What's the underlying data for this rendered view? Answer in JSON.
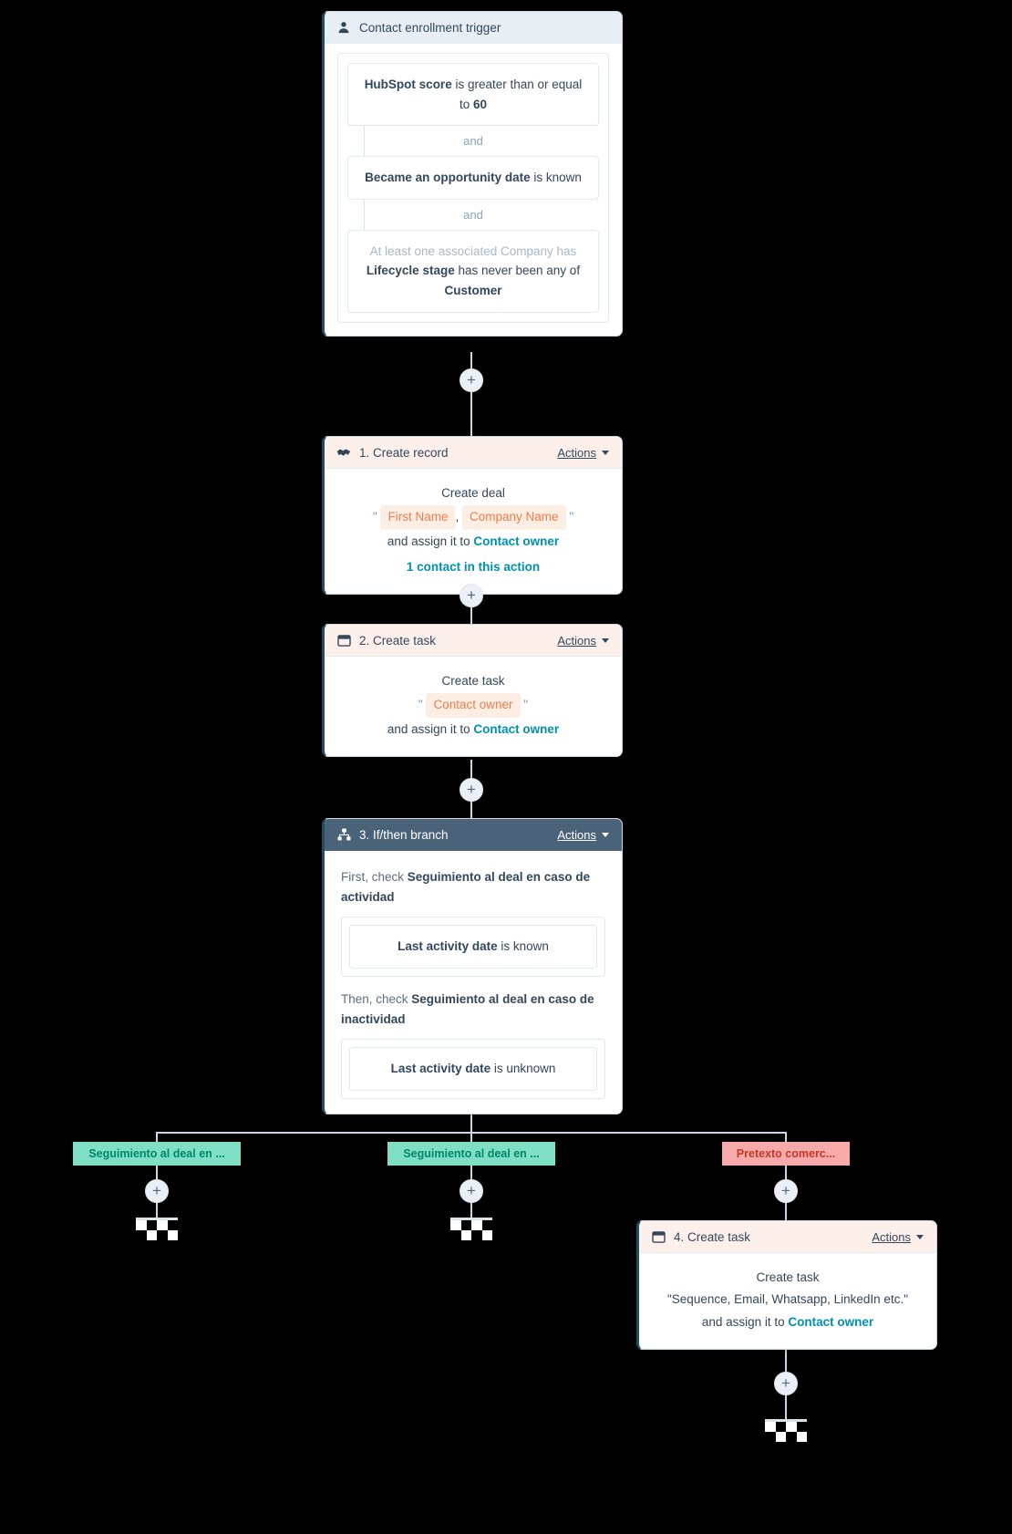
{
  "trigger": {
    "title": "Contact enrollment trigger",
    "icon": "contact-person-icon",
    "filters": [
      {
        "prefix": "",
        "bold1": "HubSpot score",
        "mid": " is greater than or equal to ",
        "bold2": "60"
      },
      {
        "prefix": "",
        "bold1": "Became an opportunity date",
        "mid": " is known",
        "bold2": ""
      },
      {
        "prefix": "At least one associated Company has",
        "bold1": "Lifecycle stage",
        "mid": " has never been any of ",
        "bold2": "Customer"
      }
    ],
    "connector": "and"
  },
  "steps": [
    {
      "id": "step-1",
      "title": "1. Create record",
      "icon": "handshake-icon",
      "actions_label": "Actions",
      "body": {
        "line1": "Create deal",
        "quote_open": "\"",
        "token1": "First Name",
        "comma": ",",
        "token2": "Company Name",
        "quote_close": "\"",
        "line3_pre": "and assign it to ",
        "line3_link": "Contact owner",
        "line4": "1 contact in this action"
      }
    },
    {
      "id": "step-2",
      "title": "2. Create task",
      "icon": "task-card-icon",
      "actions_label": "Actions",
      "body": {
        "line1": "Create task",
        "quote_open": "\"",
        "token1": "Contact owner",
        "quote_close": "\"",
        "line3_pre": "and assign it to ",
        "line3_link": "Contact owner"
      }
    },
    {
      "id": "step-3",
      "title": "3. If/then branch",
      "icon": "branch-icon",
      "actions_label": "Actions",
      "body": {
        "first_pre": "First, check ",
        "first_name": "Seguimiento al deal en caso de actividad",
        "first_cond_bold": "Last activity date",
        "first_cond_rest": " is known",
        "then_pre": "Then, check ",
        "then_name": "Seguimiento al deal en caso de inactividad",
        "then_cond_bold": "Last activity date",
        "then_cond_rest": " is unknown"
      }
    },
    {
      "id": "step-4",
      "title": "4. Create task",
      "icon": "task-card-icon",
      "actions_label": "Actions",
      "body": {
        "line1": "Create task",
        "line2": "\"Sequence, Email, Whatsapp, LinkedIn etc.\"",
        "line3_pre": "and assign it to ",
        "line3_link": "Contact owner"
      }
    }
  ],
  "branches": [
    {
      "id": "branch-left",
      "label": "Seguimiento al deal en ...",
      "color": "#7fdfc4",
      "text_color": "#00876c"
    },
    {
      "id": "branch-middle",
      "label": "Seguimiento al deal en ...",
      "color": "#7fdfc4",
      "text_color": "#00876c"
    },
    {
      "id": "branch-right",
      "label": "Pretexto comerc...",
      "color": "#f8a9a9",
      "text_color": "#c0392b"
    }
  ],
  "colors": {
    "accent_link": "#0091ae",
    "token": "#ef7c4d",
    "card_border_left": "#1d4f63",
    "header_peach": "#fdf0eb",
    "header_blue": "#e7eff4",
    "header_slate": "#4b6378",
    "connector": "#cbd6e2"
  },
  "plus_buttons": [
    "add-step-after-trigger",
    "add-step-after-1",
    "add-step-after-2",
    "add-step-branch-left",
    "add-step-branch-middle",
    "add-step-branch-right",
    "add-step-after-4"
  ],
  "end_markers": [
    "end-flag-left",
    "end-flag-middle",
    "end-flag-right"
  ]
}
